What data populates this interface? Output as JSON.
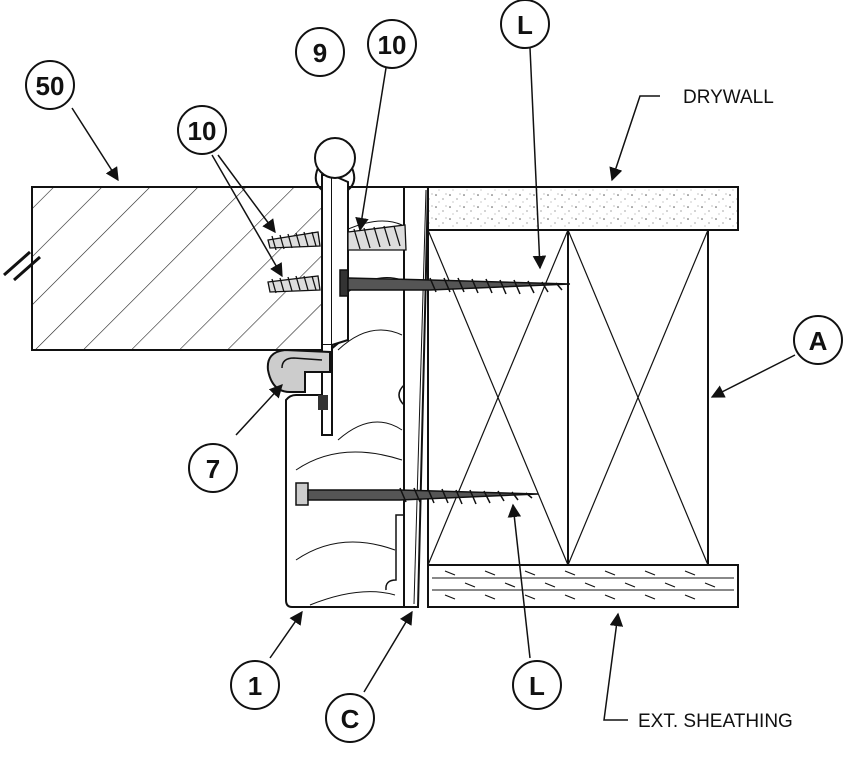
{
  "labels": {
    "drywall": "DRYWALL",
    "ext_sheathing": "EXT. SHEATHING"
  },
  "callouts": {
    "c50": "50",
    "c10_left": "10",
    "c9": "9",
    "c10_right": "10",
    "cL_top": "L",
    "cA": "A",
    "c7": "7",
    "c1": "1",
    "cC": "C",
    "cL_bottom": "L"
  }
}
